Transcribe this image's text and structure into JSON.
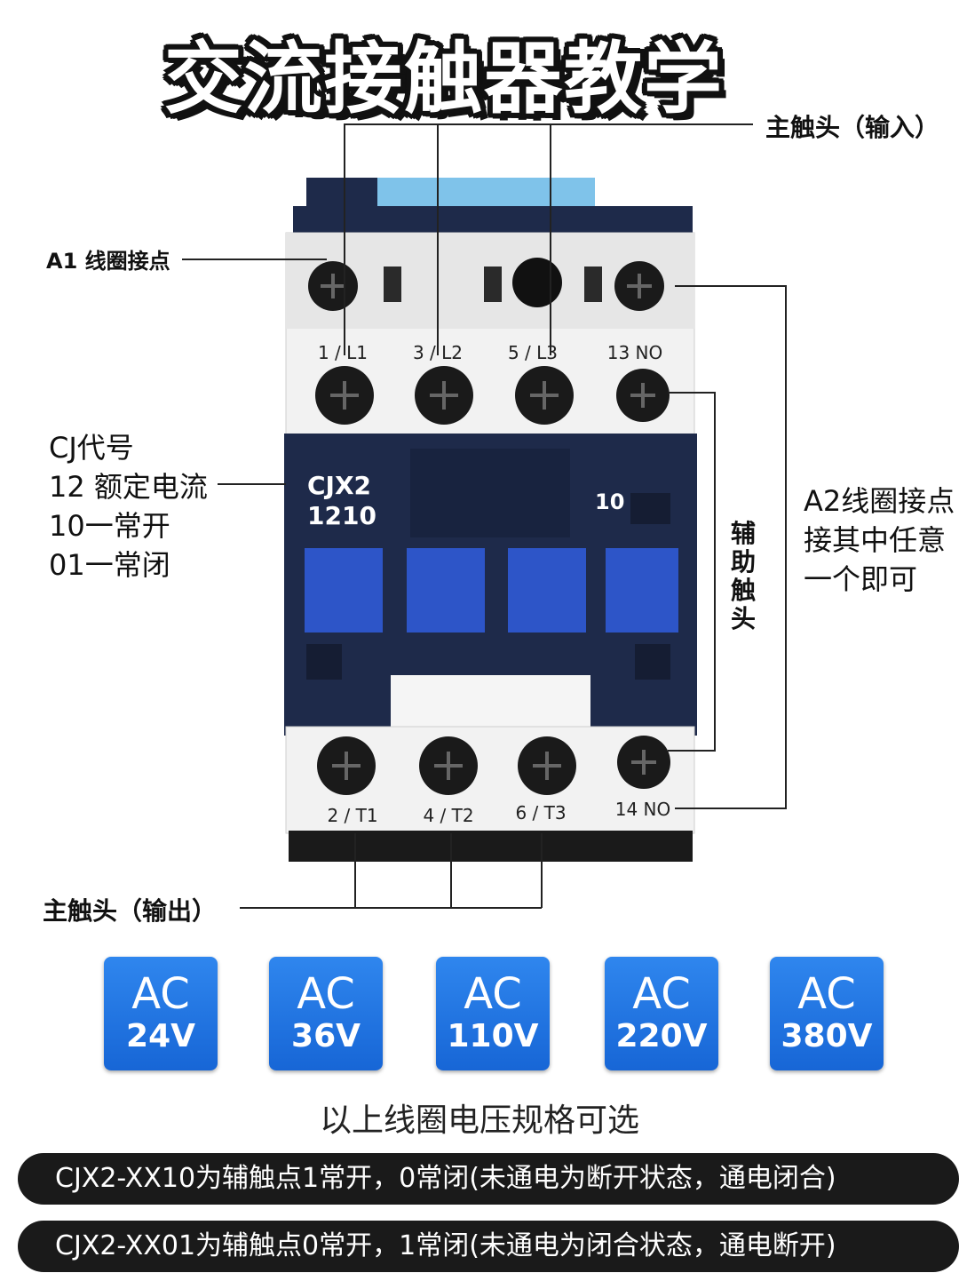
{
  "title": "交流接触器教学",
  "labels": {
    "main_input": "主触头（输入）",
    "a1_coil": "A1 线圈接点",
    "cj_code": [
      "CJ代号",
      "12 额定电流",
      "10一常开",
      "01一常闭"
    ],
    "a2_coil": [
      "A2线圈接点",
      "接其中任意",
      "一个即可"
    ],
    "aux_contact": [
      "辅",
      "助",
      "触",
      "头"
    ],
    "main_output": "主触头（输出）"
  },
  "device": {
    "model": "CJX2",
    "rating": "1210",
    "aux_code": "10",
    "top_terminals": [
      "1 / L1",
      "3 / L2",
      "5 / L3",
      "13 NO"
    ],
    "bottom_terminals": [
      "2 / T1",
      "4 / T2",
      "6 / T3",
      "14 NO"
    ]
  },
  "voltages": [
    {
      "ac": "AC",
      "v": "24V"
    },
    {
      "ac": "AC",
      "v": "36V"
    },
    {
      "ac": "AC",
      "v": "110V"
    },
    {
      "ac": "AC",
      "v": "220V"
    },
    {
      "ac": "AC",
      "v": "380V"
    }
  ],
  "caption": "以上线圈电压规格可选",
  "notes": [
    "CJX2-XX10为辅触点1常开，0常闭(未通电为断开状态，通电闭合)",
    "CJX2-XX01为辅触点0常开，1常闭(未通电为闭合状态，通电断开)"
  ],
  "colors": {
    "tile_blue": "#1f75e0",
    "body_navy": "#1e2a4a",
    "button_blue": "#2d55c8"
  }
}
